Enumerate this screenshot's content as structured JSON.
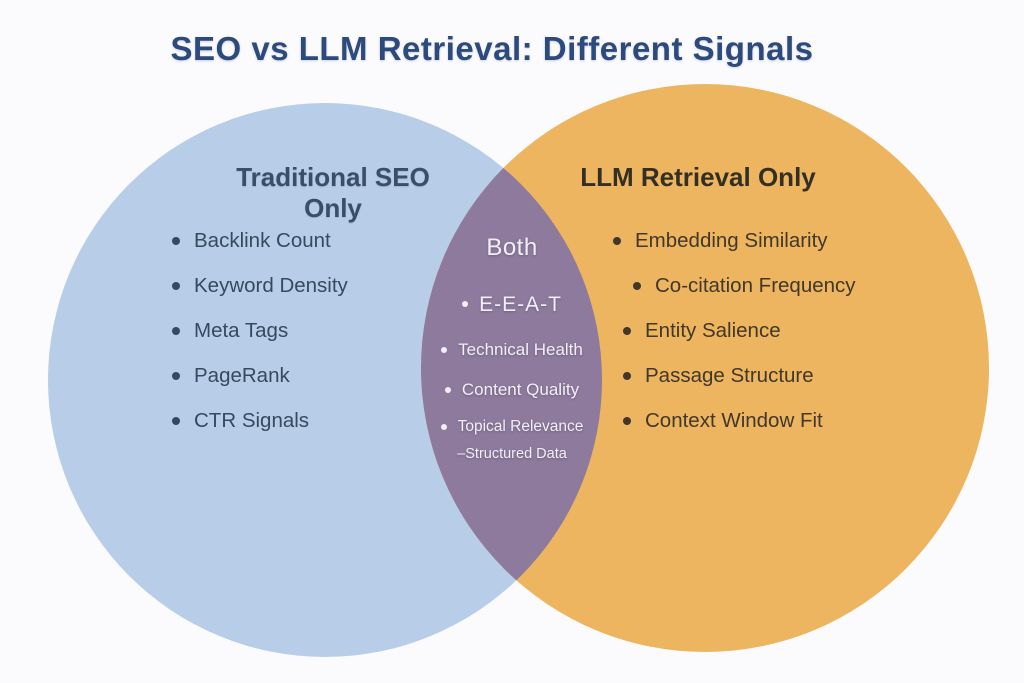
{
  "title": "SEO vs LLM Retrieval: Different Signals",
  "colors": {
    "background": "#fbfbfd",
    "seo_circle": "#b8cee8",
    "llm_circle": "#edb55f",
    "overlap_region": "#8d7a9d",
    "title_text": "#2d4a7c",
    "seo_text": "#36495e",
    "llm_text": "#41372a",
    "overlap_text": "#f3eff6"
  },
  "venn": {
    "left": {
      "heading": "Traditional SEO Only",
      "items": [
        "Backlink Count",
        "Keyword Density",
        "Meta Tags",
        "PageRank",
        "CTR Signals"
      ]
    },
    "overlap": {
      "heading": "Both",
      "items": [
        "E-E-A-T",
        "Technical Health",
        "Content Quality",
        "Topical Relevance"
      ],
      "sub_item": "–Structured Data"
    },
    "right": {
      "heading": "LLM Retrieval Only",
      "items": [
        "Embedding Similarity",
        "Co-citation Frequency",
        "Entity Salience",
        "Passage Structure",
        "Context Window Fit"
      ]
    }
  }
}
